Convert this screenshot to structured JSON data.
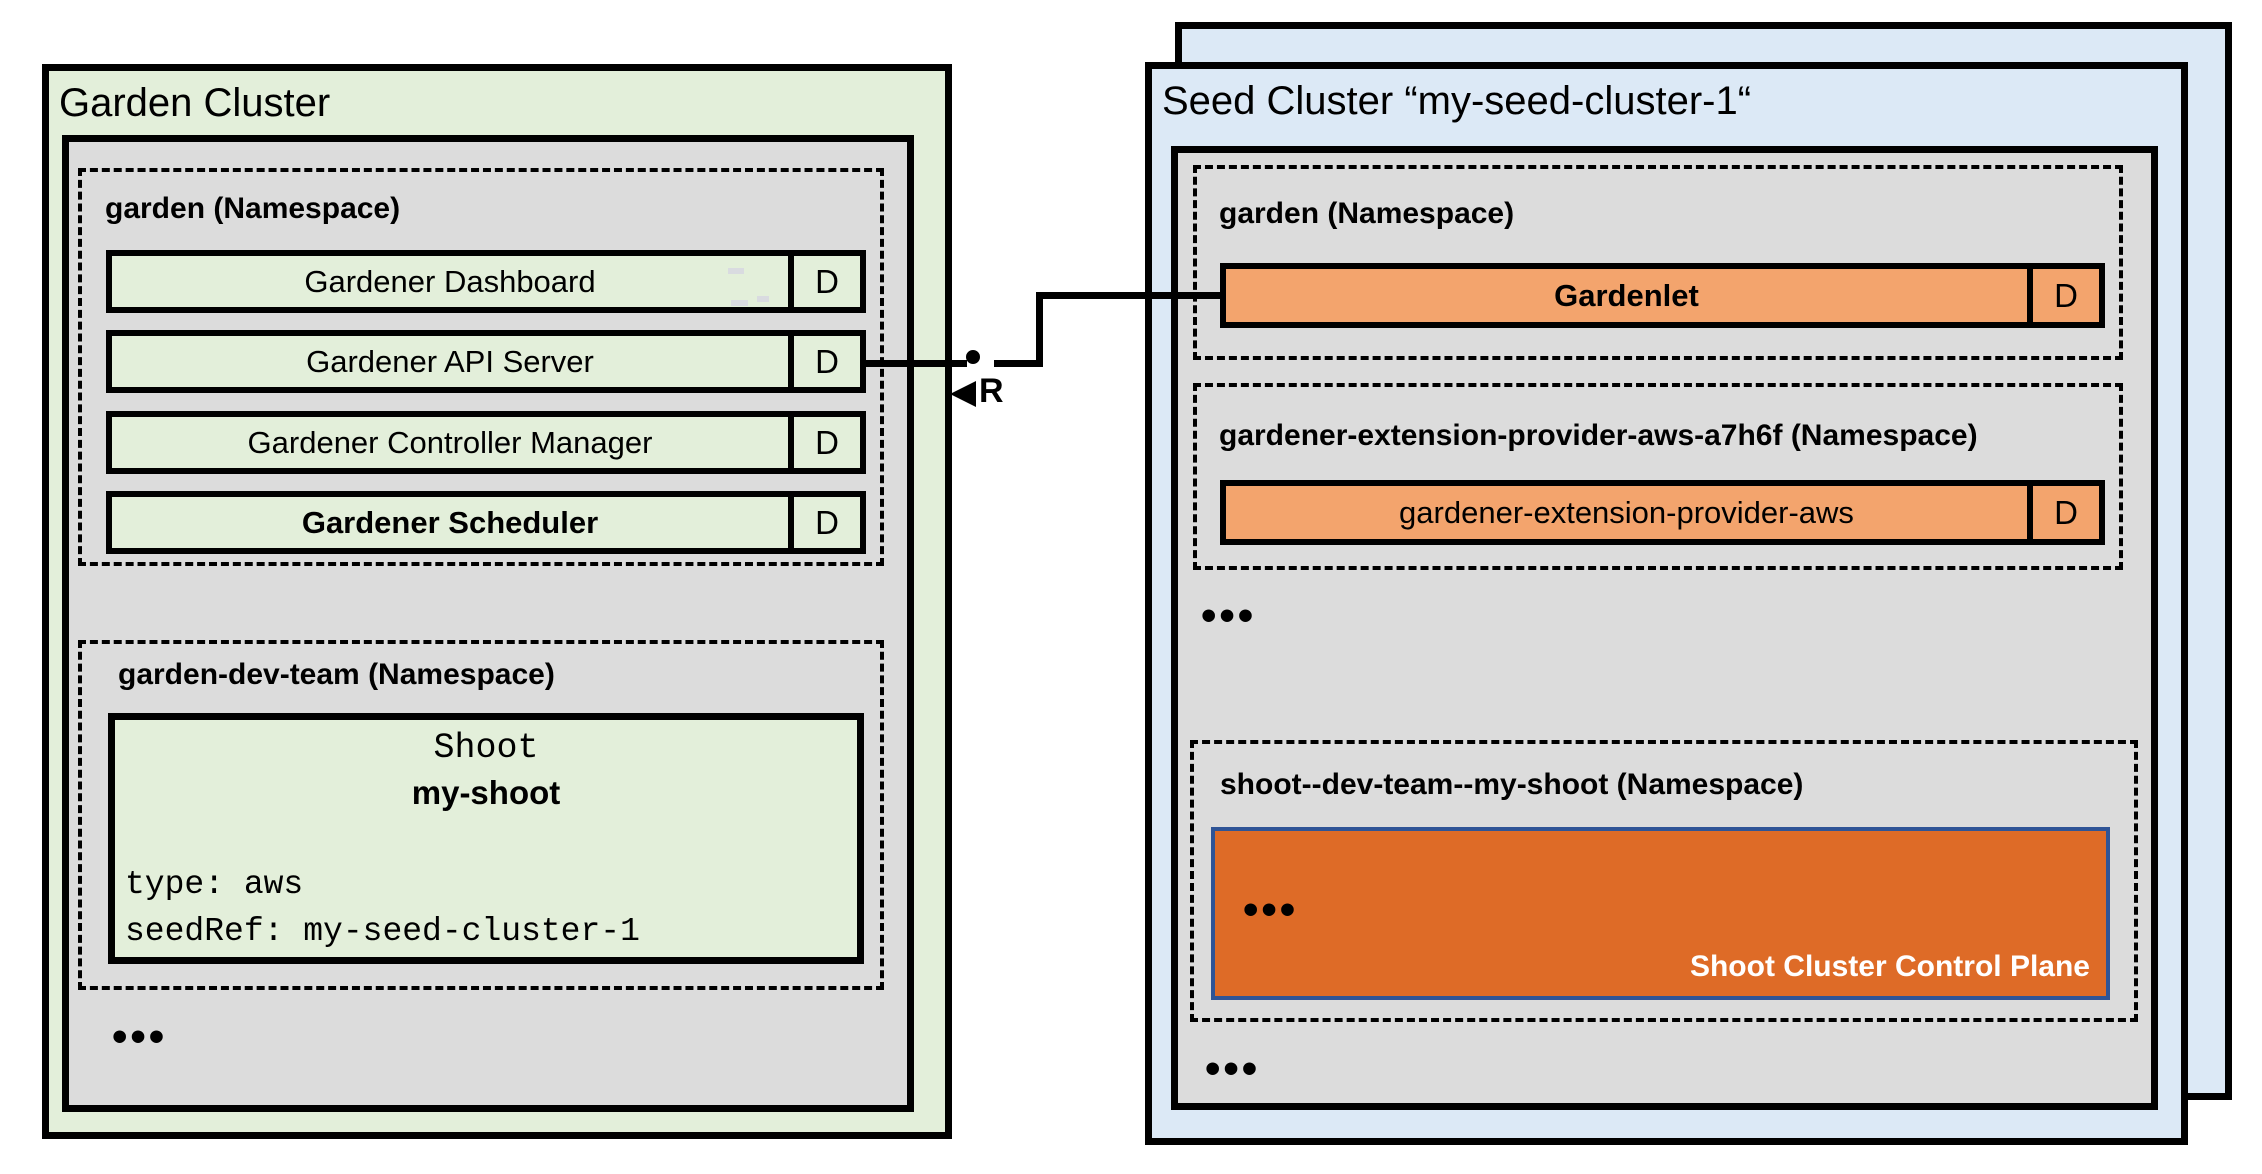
{
  "colors": {
    "green": "#e3efda",
    "gray": "#dcdcdc",
    "blue": "#dce9f6",
    "orange": "#f3a46d",
    "orange-dark": "#de6b27",
    "cp-border": "#2f5496",
    "ink": "#000000"
  },
  "garden_cluster": {
    "title": "Garden Cluster",
    "garden_namespace": {
      "title": "garden (Namespace)",
      "components": [
        {
          "label": "Gardener Dashboard",
          "badge": "D"
        },
        {
          "label": "Gardener API Server",
          "badge": "D"
        },
        {
          "label": "Gardener Controller Manager",
          "badge": "D"
        },
        {
          "label": "Gardener Scheduler",
          "badge": "D"
        }
      ]
    },
    "dev_team_namespace": {
      "title": "garden-dev-team (Namespace)",
      "shoot_resource": {
        "kind": "Shoot",
        "name": "my-shoot",
        "spec_line_1": "type: aws",
        "spec_line_2": "seedRef: my-seed-cluster-1"
      }
    },
    "ellipsis": "•••"
  },
  "connector": {
    "label": "R"
  },
  "seed_cluster": {
    "title": "Seed Cluster “my-seed-cluster-1“",
    "garden_namespace": {
      "title": "garden (Namespace)",
      "components": [
        {
          "label": "Gardenlet",
          "badge": "D"
        }
      ]
    },
    "extension_namespace": {
      "title": "gardener-extension-provider-aws-a7h6f (Namespace)",
      "components": [
        {
          "label": "gardener-extension-provider-aws",
          "badge": "D"
        }
      ]
    },
    "ellipsis_middle": "•••",
    "shoot_namespace": {
      "title": "shoot--dev-team--my-shoot (Namespace)",
      "control_plane": {
        "ellipsis": "•••",
        "label": "Shoot Cluster Control Plane"
      }
    },
    "ellipsis_bottom": "•••"
  }
}
